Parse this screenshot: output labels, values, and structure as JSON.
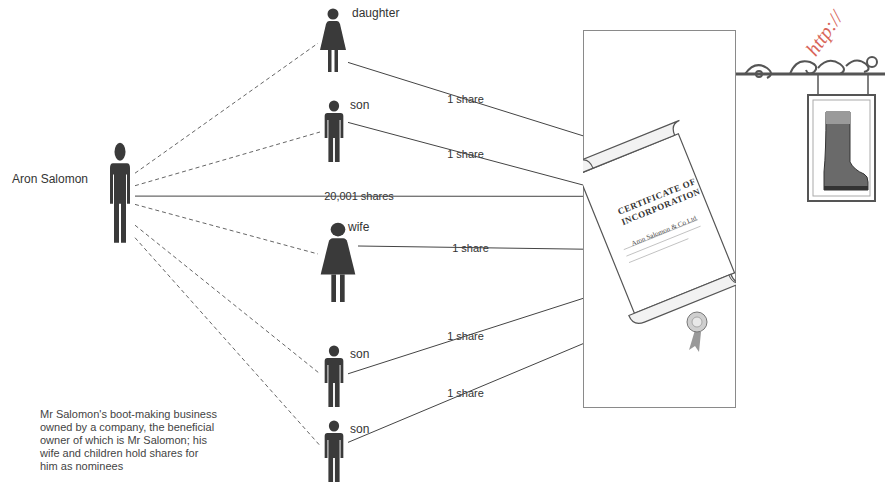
{
  "diagram": {
    "caption": "Mr Salomon's boot-making business owned by a company, the beneficial owner of which is Mr Salomon; his wife and children hold shares for him as nominees",
    "nodes": [
      {
        "text": [
          "Aron Salomon"
        ]
      },
      {
        "text": [
          "daughter"
        ]
      },
      {
        "text": [
          "son"
        ]
      },
      {
        "text": [
          "wife"
        ]
      },
      {
        "text": [
          "son"
        ]
      },
      {
        "text": [
          "son"
        ]
      },
      {
        "text": [
          "CERTIFICATE OF INCORPORATION",
          "Aron Salomon & Co Ltd"
        ]
      }
    ],
    "edges": [
      {
        "from": 0,
        "to": 1,
        "arrow": "none"
      },
      {
        "from": 0,
        "to": 2,
        "arrow": "none"
      },
      {
        "from": 0,
        "to": 3,
        "arrow": "none"
      },
      {
        "from": 0,
        "to": 4,
        "arrow": "none"
      },
      {
        "from": 0,
        "to": 5,
        "arrow": "none"
      },
      {
        "from": 1,
        "to": 6,
        "label": "1 share",
        "arrow": "none"
      },
      {
        "from": 2,
        "to": 6,
        "label": "1 share",
        "arrow": "none"
      },
      {
        "from": 0,
        "to": 6,
        "label": "20,001 shares",
        "arrow": "none"
      },
      {
        "from": 3,
        "to": 6,
        "label": "1 share",
        "arrow": "none"
      },
      {
        "from": 4,
        "to": 6,
        "label": "1 share",
        "arrow": "none"
      },
      {
        "from": 5,
        "to": 6,
        "label": "1 share",
        "arrow": "none"
      }
    ],
    "labels": [
      "http://"
    ]
  }
}
